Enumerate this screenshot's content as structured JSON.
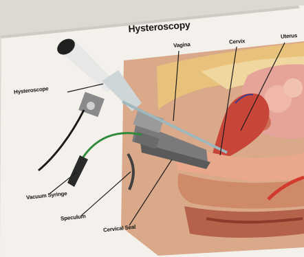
{
  "figure": {
    "title": "Hysteroscopy",
    "labels": {
      "vagina": "Vagina",
      "cervix": "Cervix",
      "uterus": "Uterus",
      "hysteroscope": "Hysteroscope",
      "vacuum_syringe": "Vacuum Syringe",
      "speculum": "Speculum",
      "cervical_seal": "Cervical Seal"
    }
  },
  "colors": {
    "page_background": "#ddd8d2",
    "card": "#f4f1ec",
    "body_skin": "#d9a98a",
    "uterus_red": "#c8453a",
    "pelvis_yellow": "#e8c27a",
    "organ_pink": "#e6a39a",
    "instrument_gray": "#6d6d6d",
    "tube_green": "#2f8a3a"
  }
}
